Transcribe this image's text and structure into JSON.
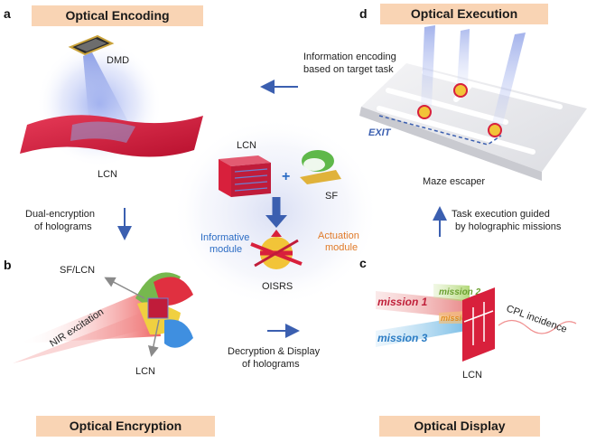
{
  "panels": {
    "a": {
      "letter": "a",
      "title": "Optical Encoding",
      "dmd": "DMD",
      "lcn": "LCN"
    },
    "b": {
      "letter": "b",
      "title": "Optical Encryption",
      "sf_lcn": "SF/LCN",
      "nir": "NIR excitation",
      "lcn": "LCN"
    },
    "c": {
      "letter": "c",
      "title": "Optical Display",
      "missions": [
        "mission 1",
        "mission 2",
        "mission 3",
        "mission 4"
      ],
      "cpl": "CPL incidence",
      "lcn": "LCN"
    },
    "d": {
      "letter": "d",
      "title": "Optical Execution",
      "exit": "EXIT",
      "maze": "Maze escaper"
    }
  },
  "center": {
    "lcn": "LCN",
    "plus": "+",
    "sf": "SF",
    "informative": [
      "Informative",
      "module"
    ],
    "actuation": [
      "Actuation",
      "module"
    ],
    "oisrs": "OISRS"
  },
  "captions": {
    "top": [
      "Information encoding",
      "based on target task"
    ],
    "left": [
      "Dual-encryption",
      "of holograms"
    ],
    "bottom": [
      "Decryption & Display",
      "of holograms"
    ],
    "right": [
      "Task execution guided",
      "by holographic missions"
    ]
  },
  "colors": {
    "banner": "#f9d4b4",
    "arrow": "#3b5fb0",
    "informative": "#2b6cc4",
    "actuation": "#e07a28",
    "lcn_red": "#d8203c"
  }
}
